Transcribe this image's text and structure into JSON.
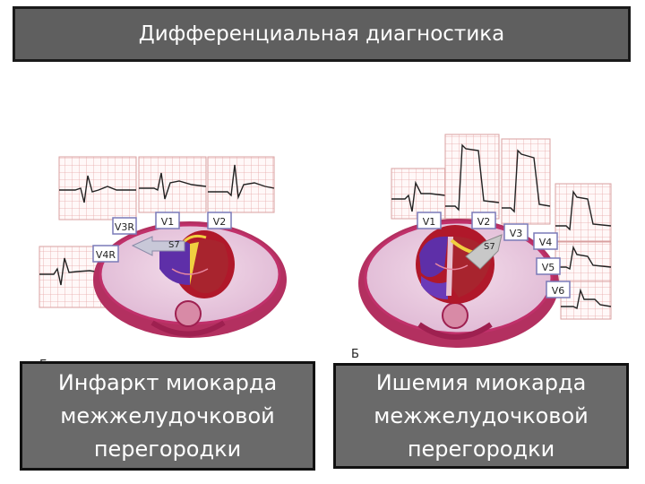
{
  "header": {
    "title": "Дифференциальная диагностика"
  },
  "left_panel": {
    "letter": "Б",
    "caption": "Инфаркт миокарда\nмежжелудочковой\nперегородки",
    "leads": [
      "V3R",
      "V1",
      "V2",
      "V4R"
    ],
    "marker": "S7"
  },
  "right_panel": {
    "letter": "Б",
    "caption": "Ишемия миокарда\nмежжелудочковой\nперегородки",
    "leads": [
      "V1",
      "V2",
      "V3",
      "V4",
      "V5",
      "V6"
    ],
    "marker": "S7"
  },
  "colors": {
    "header_bg": "#5f5f5f",
    "caption_bg": "#6a6a6a",
    "tissue": "#e8c8e0",
    "chest_rim": "#c0306a",
    "myocardium": "#b0182a",
    "septum_infarct": "#5e2fa8",
    "ecg_grid": "#e6a9a9"
  }
}
